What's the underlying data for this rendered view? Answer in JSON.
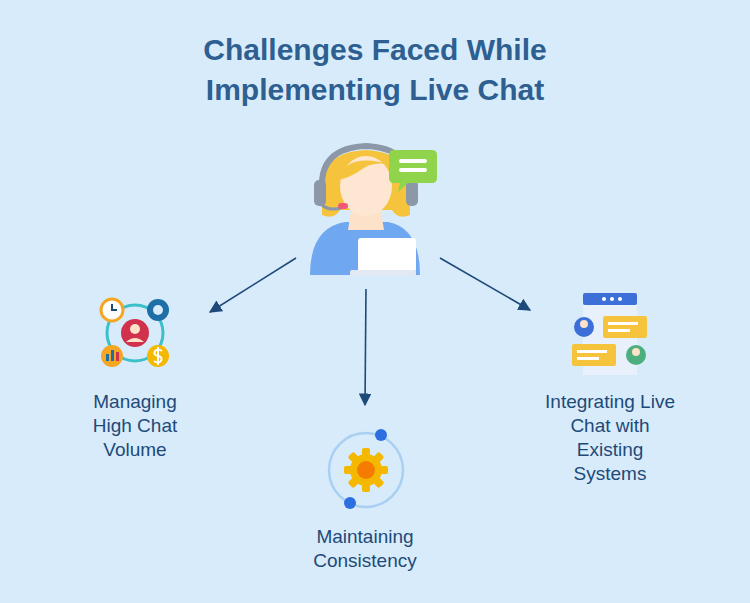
{
  "diagram": {
    "title": "Challenges Faced While Implementing Live Chat",
    "nodes": [
      {
        "text": []
      },
      {
        "text": [
          "Managing High Chat Volume"
        ]
      },
      {
        "text": [
          "Maintaining Consistency"
        ]
      },
      {
        "text": [
          "Integrating Live Chat with Existing Systems"
        ]
      }
    ],
    "edges": [
      {
        "from": 0,
        "to": 1,
        "arrow": "to"
      },
      {
        "from": 0,
        "to": 2,
        "arrow": "to"
      },
      {
        "from": 0,
        "to": 3,
        "arrow": "to"
      }
    ]
  }
}
